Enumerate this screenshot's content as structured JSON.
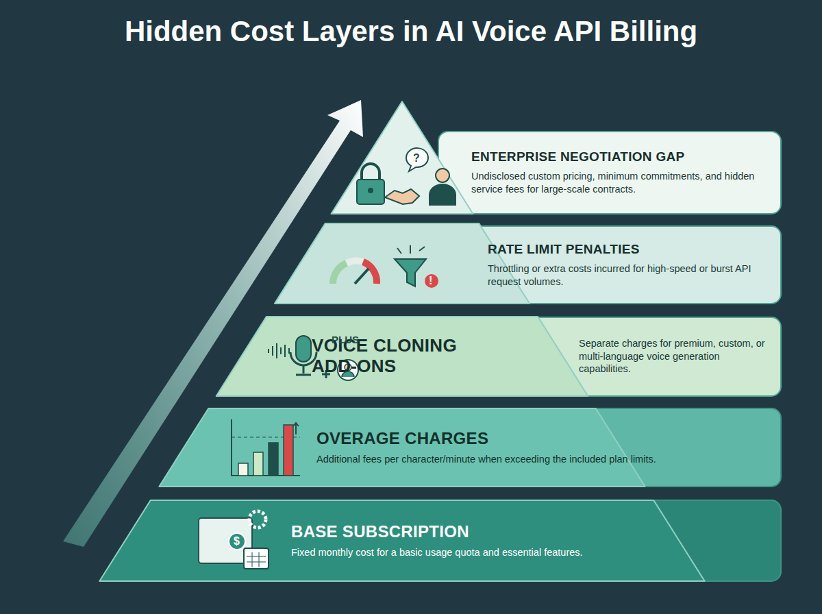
{
  "diagram": {
    "title": "Hidden Cost Layers in AI Voice API Billing",
    "nodes": [
      {
        "text": [
          "ENTERPRISE NEGOTIATION GAP",
          "Undisclosed custom pricing, minimum commitments, and hidden service fees for large-scale contracts."
        ]
      },
      {
        "text": [
          "RATE LIMIT PENALTIES",
          "Throttling or extra costs incurred for high-speed or burst API request volumes."
        ]
      },
      {
        "text": [
          "VOICE CLONING ADD-ONS",
          "Separate charges for premium, custom, or multi-language voice generation capabilities."
        ]
      },
      {
        "text": [
          "OVERAGE CHARGES",
          "Additional fees per character/minute when exceeding the included plan limits."
        ]
      },
      {
        "text": [
          "BASE SUBSCRIPTION",
          "Fixed monthly cost for a basic usage quota and essential features."
        ]
      }
    ],
    "labels": [
      "?",
      "!",
      "PLUS",
      "$"
    ]
  }
}
